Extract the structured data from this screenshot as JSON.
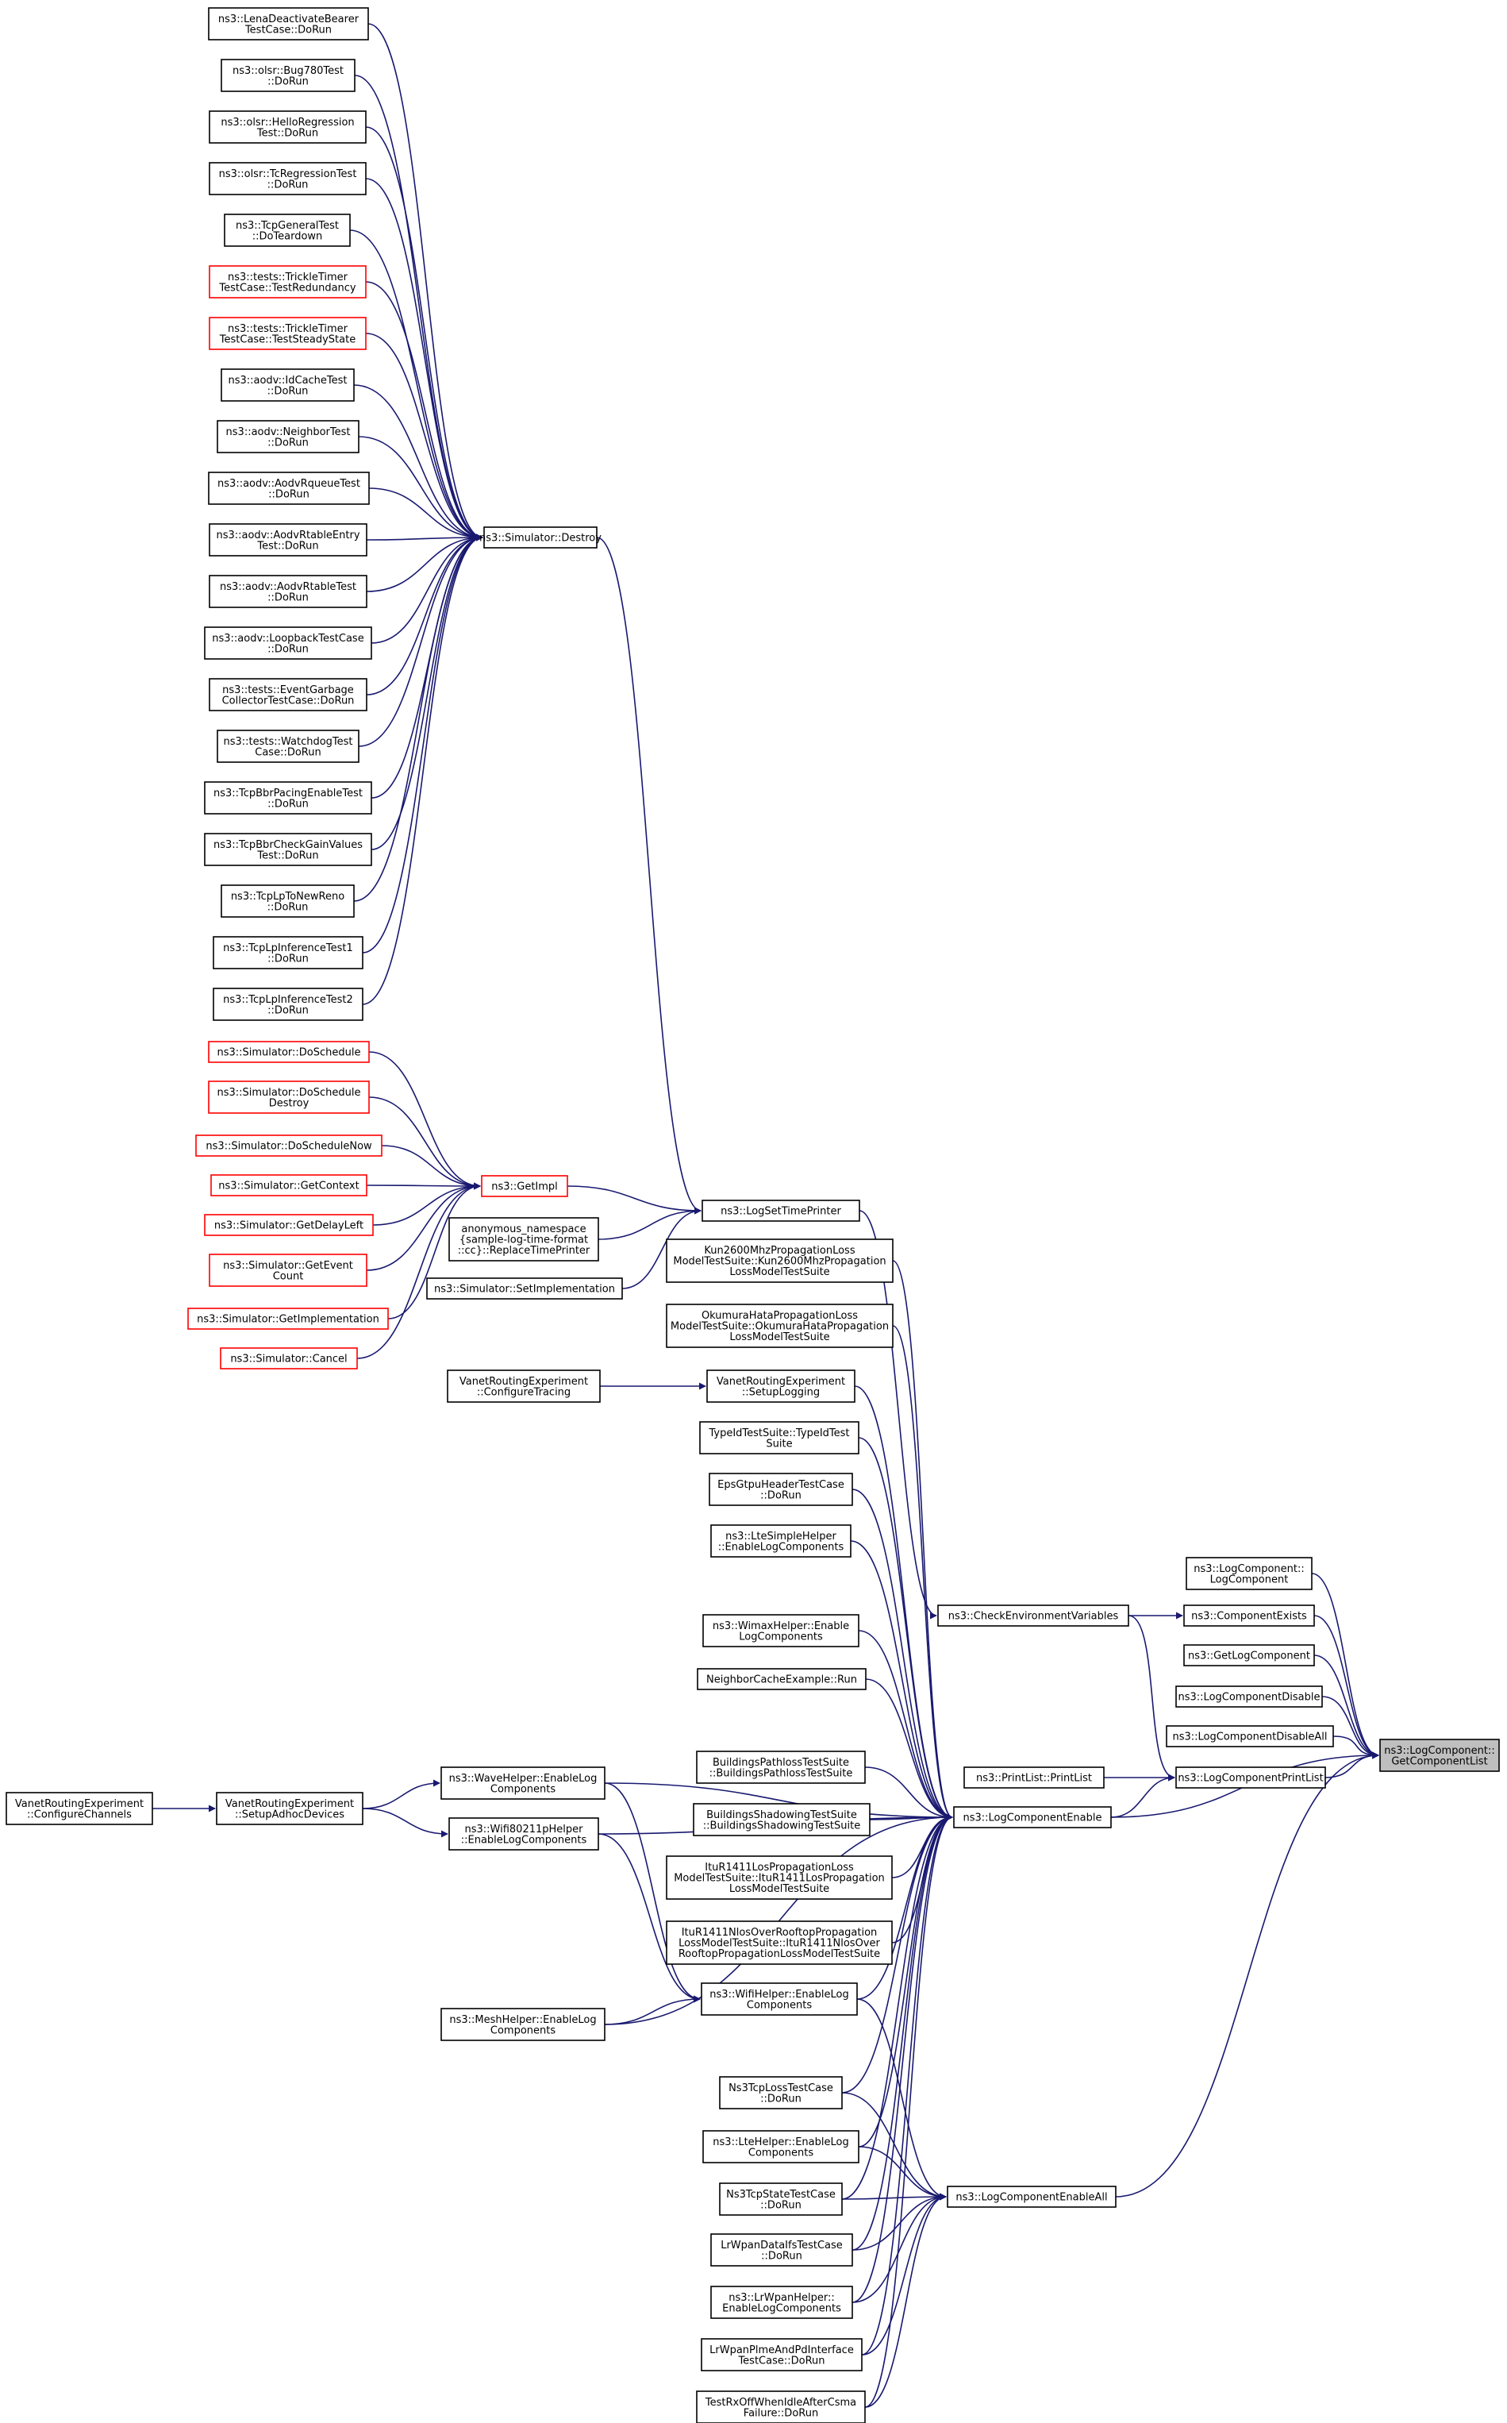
{
  "graph": {
    "edge_color": "#191970",
    "node_border_default": "#000000",
    "node_border_incomplete": "#ff0000",
    "root_fill": "#bfbfbf",
    "nodes": {
      "lte_deact": {
        "lines": [
          "ns3::LenaDeactivateBearer",
          "TestCase::DoRun"
        ]
      },
      "olsr_bug": {
        "lines": [
          "ns3::olsr::Bug780Test",
          "::DoRun"
        ]
      },
      "olsr_hello": {
        "lines": [
          "ns3::olsr::HelloRegression",
          "Test::DoRun"
        ]
      },
      "olsr_tc": {
        "lines": [
          "ns3::olsr::TcRegressionTest",
          "::DoRun"
        ]
      },
      "tcp_general": {
        "lines": [
          "ns3::TcpGeneralTest",
          "::DoTeardown"
        ]
      },
      "trickle_red": {
        "lines": [
          "ns3::tests::TrickleTimer",
          "TestCase::TestRedundancy"
        ],
        "red": true
      },
      "trickle_ss": {
        "lines": [
          "ns3::tests::TrickleTimer",
          "TestCase::TestSteadyState"
        ],
        "red": true
      },
      "aodv_idc": {
        "lines": [
          "ns3::aodv::IdCacheTest",
          "::DoRun"
        ]
      },
      "aodv_nbr": {
        "lines": [
          "ns3::aodv::NeighborTest",
          "::DoRun"
        ]
      },
      "aodv_rq": {
        "lines": [
          "ns3::aodv::AodvRqueueTest",
          "::DoRun"
        ]
      },
      "aodv_rte": {
        "lines": [
          "ns3::aodv::AodvRtableEntry",
          "Test::DoRun"
        ]
      },
      "aodv_rt": {
        "lines": [
          "ns3::aodv::AodvRtableTest",
          "::DoRun"
        ]
      },
      "aodv_loop": {
        "lines": [
          "ns3::aodv::LoopbackTestCase",
          "::DoRun"
        ]
      },
      "evt_garbage": {
        "lines": [
          "ns3::tests::EventGarbage",
          "CollectorTestCase::DoRun"
        ]
      },
      "watchdog": {
        "lines": [
          "ns3::tests::WatchdogTest",
          "Case::DoRun"
        ]
      },
      "tcp_bbr_pace": {
        "lines": [
          "ns3::TcpBbrPacingEnableTest",
          "::DoRun"
        ]
      },
      "tcp_bbr_gain": {
        "lines": [
          "ns3::TcpBbrCheckGainValues",
          "Test::DoRun"
        ]
      },
      "tcp_lp_reno": {
        "lines": [
          "ns3::TcpLpToNewReno",
          "::DoRun"
        ]
      },
      "tcp_lp_inf1": {
        "lines": [
          "ns3::TcpLpInferenceTest1",
          "::DoRun"
        ]
      },
      "tcp_lp_inf2": {
        "lines": [
          "ns3::TcpLpInferenceTest2",
          "::DoRun"
        ]
      },
      "sim_destroy": {
        "lines": [
          "ns3::Simulator::Destroy"
        ]
      },
      "sim_dosched": {
        "lines": [
          "ns3::Simulator::DoSchedule"
        ],
        "red": true
      },
      "sim_dosched_d": {
        "lines": [
          "ns3::Simulator::DoSchedule",
          "Destroy"
        ],
        "red": true
      },
      "sim_dosched_n": {
        "lines": [
          "ns3::Simulator::DoScheduleNow"
        ],
        "red": true
      },
      "sim_getctx": {
        "lines": [
          "ns3::Simulator::GetContext"
        ],
        "red": true
      },
      "sim_getdelay": {
        "lines": [
          "ns3::Simulator::GetDelayLeft"
        ],
        "red": true
      },
      "sim_getevt": {
        "lines": [
          "ns3::Simulator::GetEvent",
          "Count"
        ],
        "red": true
      },
      "sim_getimpl2": {
        "lines": [
          "ns3::Simulator::GetImplementation"
        ],
        "red": true
      },
      "sim_cancel": {
        "lines": [
          "ns3::Simulator::Cancel"
        ],
        "red": true
      },
      "getimpl": {
        "lines": [
          "ns3::GetImpl"
        ],
        "red": true
      },
      "anon_ns": {
        "lines": [
          "anonymous_namespace",
          "{sample-log-time-format",
          "::cc}::ReplaceTimePrinter"
        ]
      },
      "sim_setimpl": {
        "lines": [
          "ns3::Simulator::SetImplementation"
        ]
      },
      "logsettp": {
        "lines": [
          "ns3::LogSetTimePrinter"
        ]
      },
      "kun": {
        "lines": [
          "Kun2600MhzPropagationLoss",
          "ModelTestSuite::Kun2600MhzPropagation",
          "LossModelTestSuite"
        ]
      },
      "okumura": {
        "lines": [
          "OkumuraHataPropagationLoss",
          "ModelTestSuite::OkumuraHataPropagation",
          "LossModelTestSuite"
        ]
      },
      "vanet_ct": {
        "lines": [
          "VanetRoutingExperiment",
          "::ConfigureTracing"
        ]
      },
      "vanet_sl": {
        "lines": [
          "VanetRoutingExperiment",
          "::SetupLogging"
        ]
      },
      "typeid": {
        "lines": [
          "TypeIdTestSuite::TypeIdTest",
          "Suite"
        ]
      },
      "epsgtpu": {
        "lines": [
          "EpsGtpuHeaderTestCase",
          "::DoRun"
        ]
      },
      "ltesimple": {
        "lines": [
          "ns3::LteSimpleHelper",
          "::EnableLogComponents"
        ]
      },
      "wimax": {
        "lines": [
          "ns3::WimaxHelper::Enable",
          "LogComponents"
        ]
      },
      "neighcache": {
        "lines": [
          "NeighborCacheExample::Run"
        ]
      },
      "bldpath": {
        "lines": [
          "BuildingsPathlossTestSuite",
          "::BuildingsPathlossTestSuite"
        ]
      },
      "bldshadow": {
        "lines": [
          "BuildingsShadowingTestSuite",
          "::BuildingsShadowingTestSuite"
        ]
      },
      "itulos": {
        "lines": [
          "ItuR1411LosPropagationLoss",
          "ModelTestSuite::ItuR1411LosPropagation",
          "LossModelTestSuite"
        ]
      },
      "itunlos": {
        "lines": [
          "ItuR1411NlosOverRooftopPropagation",
          "LossModelTestSuite::ItuR1411NlosOver",
          "RooftopPropagationLossModelTestSuite"
        ]
      },
      "vanet_cc": {
        "lines": [
          "VanetRoutingExperiment",
          "::ConfigureChannels"
        ]
      },
      "vanet_sad": {
        "lines": [
          "VanetRoutingExperiment",
          "::SetupAdhocDevices"
        ]
      },
      "wave": {
        "lines": [
          "ns3::WaveHelper::EnableLog",
          "Components"
        ]
      },
      "wifi80211p": {
        "lines": [
          "ns3::Wifi80211pHelper",
          "::EnableLogComponents"
        ]
      },
      "mesh": {
        "lines": [
          "ns3::MeshHelper::EnableLog",
          "Components"
        ]
      },
      "wifihelper": {
        "lines": [
          "ns3::WifiHelper::EnableLog",
          "Components"
        ]
      },
      "tcploss": {
        "lines": [
          "Ns3TcpLossTestCase",
          "::DoRun"
        ]
      },
      "ltehelper": {
        "lines": [
          "ns3::LteHelper::EnableLog",
          "Components"
        ]
      },
      "tcpstate": {
        "lines": [
          "Ns3TcpStateTestCase",
          "::DoRun"
        ]
      },
      "lrdata": {
        "lines": [
          "LrWpanDataIfsTestCase",
          "::DoRun"
        ]
      },
      "lrhelper": {
        "lines": [
          "ns3::LrWpanHelper::",
          "EnableLogComponents"
        ]
      },
      "lrplme": {
        "lines": [
          "LrWpanPlmeAndPdInterface",
          "TestCase::DoRun"
        ]
      },
      "testrxoff": {
        "lines": [
          "TestRxOffWhenIdleAfterCsma",
          "Failure::DoRun"
        ]
      },
      "checkenv": {
        "lines": [
          "ns3::CheckEnvironmentVariables"
        ]
      },
      "printlist": {
        "lines": [
          "ns3::PrintList::PrintList"
        ]
      },
      "logcompenable": {
        "lines": [
          "ns3::LogComponentEnable"
        ]
      },
      "logcompenableall": {
        "lines": [
          "ns3::LogComponentEnableAll"
        ]
      },
      "lc_ctor": {
        "lines": [
          "ns3::LogComponent::",
          "LogComponent"
        ]
      },
      "compexists": {
        "lines": [
          "ns3::ComponentExists"
        ]
      },
      "getlogcomp": {
        "lines": [
          "ns3::GetLogComponent"
        ]
      },
      "lcdisable": {
        "lines": [
          "ns3::LogComponentDisable"
        ]
      },
      "lcdisableall": {
        "lines": [
          "ns3::LogComponentDisableAll"
        ]
      },
      "lcprintlist": {
        "lines": [
          "ns3::LogComponentPrintList"
        ]
      },
      "root": {
        "lines": [
          "ns3::LogComponent::",
          "GetComponentList"
        ],
        "root": true
      }
    }
  }
}
